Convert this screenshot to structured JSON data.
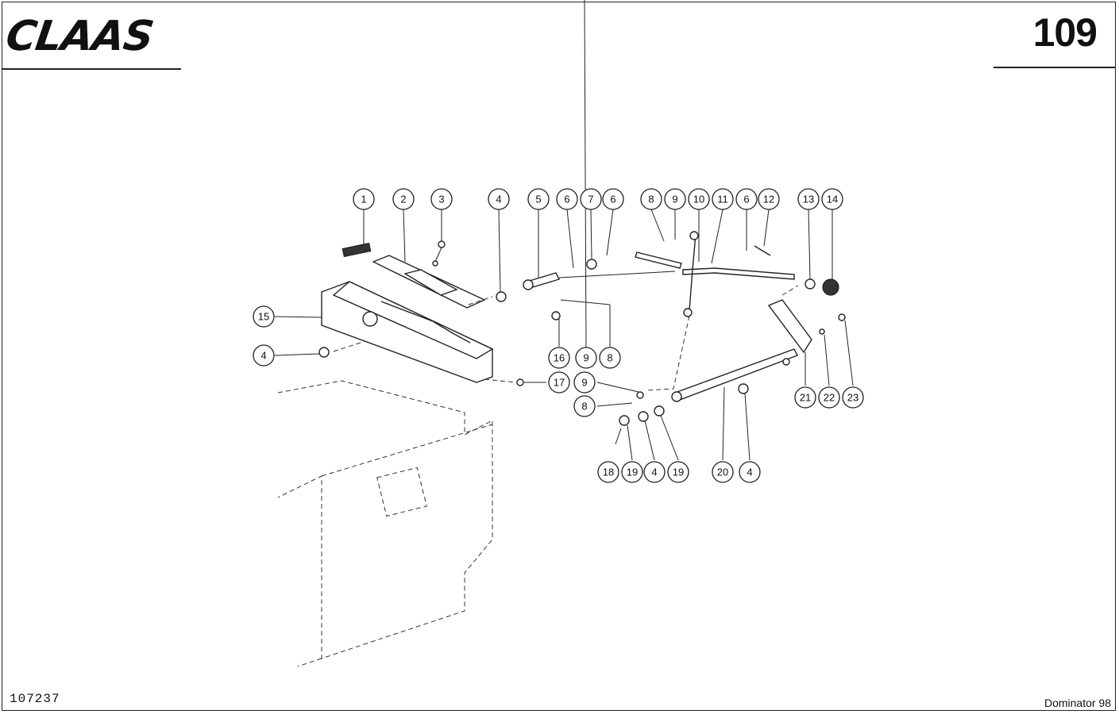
{
  "header": {
    "brand": "CLAAS",
    "page_number": "109"
  },
  "footer": {
    "drawing_number": "107237",
    "model": "Dominator 98"
  },
  "callouts": [
    {
      "label": "1"
    },
    {
      "label": "2"
    },
    {
      "label": "3"
    },
    {
      "label": "4"
    },
    {
      "label": "5"
    },
    {
      "label": "6"
    },
    {
      "label": "7"
    },
    {
      "label": "6"
    },
    {
      "label": "8"
    },
    {
      "label": "9"
    },
    {
      "label": "10"
    },
    {
      "label": "11"
    },
    {
      "label": "6"
    },
    {
      "label": "12"
    },
    {
      "label": "13"
    },
    {
      "label": "14"
    },
    {
      "label": "15"
    },
    {
      "label": "4"
    },
    {
      "label": "16"
    },
    {
      "label": "9"
    },
    {
      "label": "8"
    },
    {
      "label": "17"
    },
    {
      "label": "9"
    },
    {
      "label": "8"
    },
    {
      "label": "18"
    },
    {
      "label": "19"
    },
    {
      "label": "4"
    },
    {
      "label": "19"
    },
    {
      "label": "20"
    },
    {
      "label": "4"
    },
    {
      "label": "21"
    },
    {
      "label": "22"
    },
    {
      "label": "23"
    }
  ]
}
